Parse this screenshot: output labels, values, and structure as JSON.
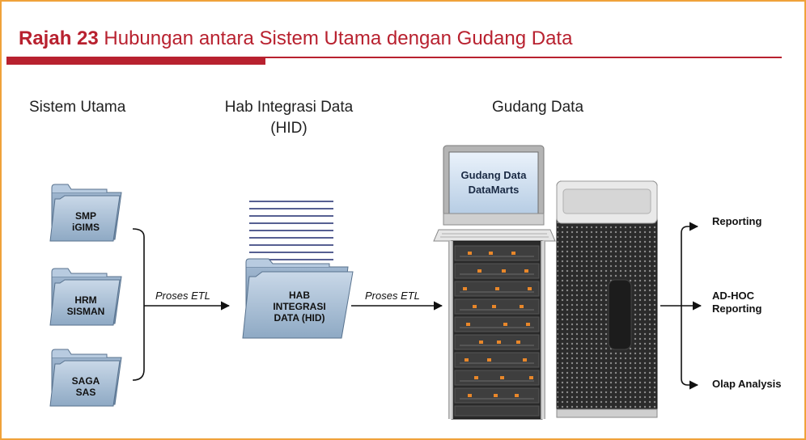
{
  "title": {
    "number": "Rajah 23",
    "text": "Hubungan antara Sistem Utama dengan Gudang Data"
  },
  "headers": {
    "sistem": "Sistem Utama",
    "hab_line1": "Hab Integrasi Data",
    "hab_line2": "(HID)",
    "gudang": "Gudang Data"
  },
  "folders": {
    "f1_l1": "SMP",
    "f1_l2": "iGIMS",
    "f2_l1": "HRM",
    "f2_l2": "SISMAN",
    "f3_l1": "SAGA",
    "f3_l2": "SAS",
    "hub_l1": "HAB",
    "hub_l2": "INTEGRASI",
    "hub_l3": "DATA (HID)"
  },
  "etl": {
    "left": "Proses ETL",
    "right": "Proses ETL"
  },
  "screen": {
    "line1": "Gudang Data",
    "line2": "DataMarts"
  },
  "outputs": {
    "o1": "Reporting",
    "o2_l1": "AD-HOC",
    "o2_l2": "Reporting",
    "o3": "Olap Analysis"
  },
  "colors": {
    "accent": "#b8212f",
    "frame": "#f0a23a",
    "folder": "#a9bfd6"
  }
}
